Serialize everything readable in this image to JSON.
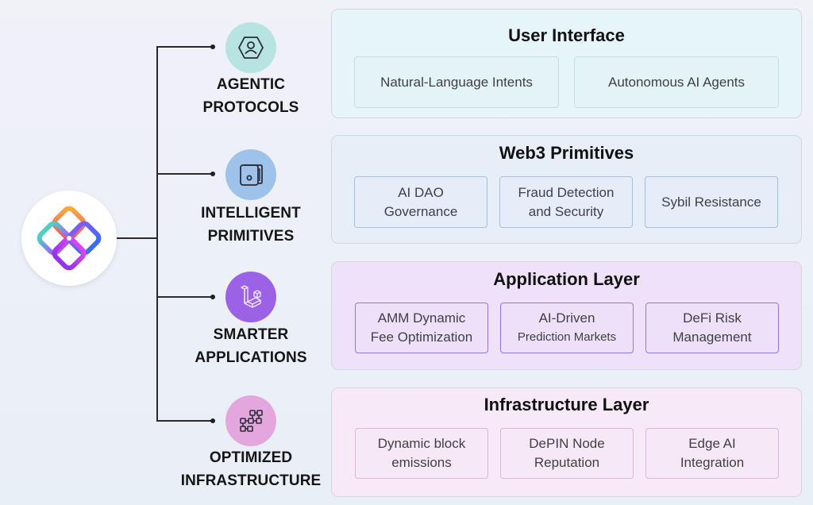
{
  "logo": {
    "name": "brand-logo",
    "colors": [
      "#f6a23c",
      "#ef4d7a",
      "#7b61ff",
      "#b43fe0",
      "#4fd1c5",
      "#3b82f6"
    ]
  },
  "categories": [
    {
      "label_lines": [
        "AGENTIC",
        "PROTOCOLS"
      ],
      "icon": "user-hexagon-icon",
      "color": "#b7e4e1"
    },
    {
      "label_lines": [
        "INTELLIGENT",
        "PRIMITIVES"
      ],
      "icon": "wallet-icon",
      "color": "#9fc2ea"
    },
    {
      "label_lines": [
        "SMARTER",
        "APPLICATIONS"
      ],
      "icon": "laravel-cubes-icon",
      "color": "#9c62e6"
    },
    {
      "label_lines": [
        "OPTIMIZED",
        "INFRASTRUCTURE"
      ],
      "icon": "block-network-icon",
      "color": "#e3a6dd"
    }
  ],
  "layers": [
    {
      "title": "User Interface",
      "bg": "#e6f5f7",
      "sub_border": "#bfe1e3",
      "items": [
        {
          "lines": [
            "Natural-Language Intents"
          ]
        },
        {
          "lines": [
            "Autonomous AI Agents"
          ]
        }
      ]
    },
    {
      "title": "Web3 Primitives",
      "bg": "#e6eef8",
      "sub_border": "#9fc1e4",
      "items": [
        {
          "lines": [
            "AI DAO",
            "Governance"
          ]
        },
        {
          "lines": [
            "Fraud Detection",
            "and Security"
          ]
        },
        {
          "lines": [
            "Sybil Resistance"
          ]
        }
      ]
    },
    {
      "title": "Application Layer",
      "bg": "#efe1f9",
      "sub_border": "#9d72d6",
      "items": [
        {
          "lines": [
            "AMM Dynamic",
            "Fee Optimization"
          ]
        },
        {
          "lines": [
            "AI-Driven",
            "Prediction Markets"
          ]
        },
        {
          "lines": [
            "DeFi Risk",
            "Management"
          ]
        }
      ]
    },
    {
      "title": "Infrastructure Layer",
      "bg": "#f8e9f7",
      "sub_border": "#dcb4dd",
      "items": [
        {
          "lines": [
            "Dynamic block",
            "emissions"
          ]
        },
        {
          "lines": [
            "DePIN Node",
            "Reputation"
          ]
        },
        {
          "lines": [
            "Edge AI",
            "Integration"
          ]
        }
      ]
    }
  ]
}
